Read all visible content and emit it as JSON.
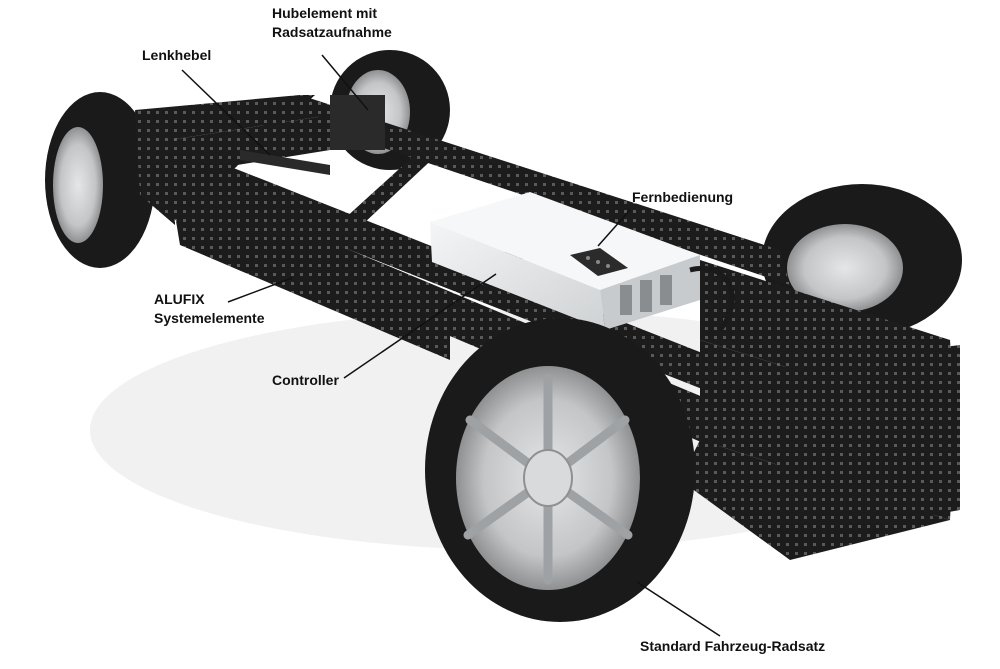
{
  "annotations": {
    "hubelement": {
      "lines": [
        "Hubelement mit",
        "Radsatzaufnahme"
      ]
    },
    "lenkhebel": {
      "text": "Lenkhebel"
    },
    "fernbedienung": {
      "text": "Fernbedienung"
    },
    "alufix": {
      "lines": [
        "ALUFIX",
        "Systemelemente"
      ]
    },
    "controller": {
      "text": "Controller"
    },
    "radsatz": {
      "text": "Standard Fahrzeug-Radsatz"
    }
  },
  "colors": {
    "frame": "#1c1c1c",
    "frame_highlight": "#3a3a3a",
    "tire": "#1a1a1a",
    "rim": "#c9cbcd",
    "controller_box": "#eceeef",
    "leader_line": "#111111"
  }
}
